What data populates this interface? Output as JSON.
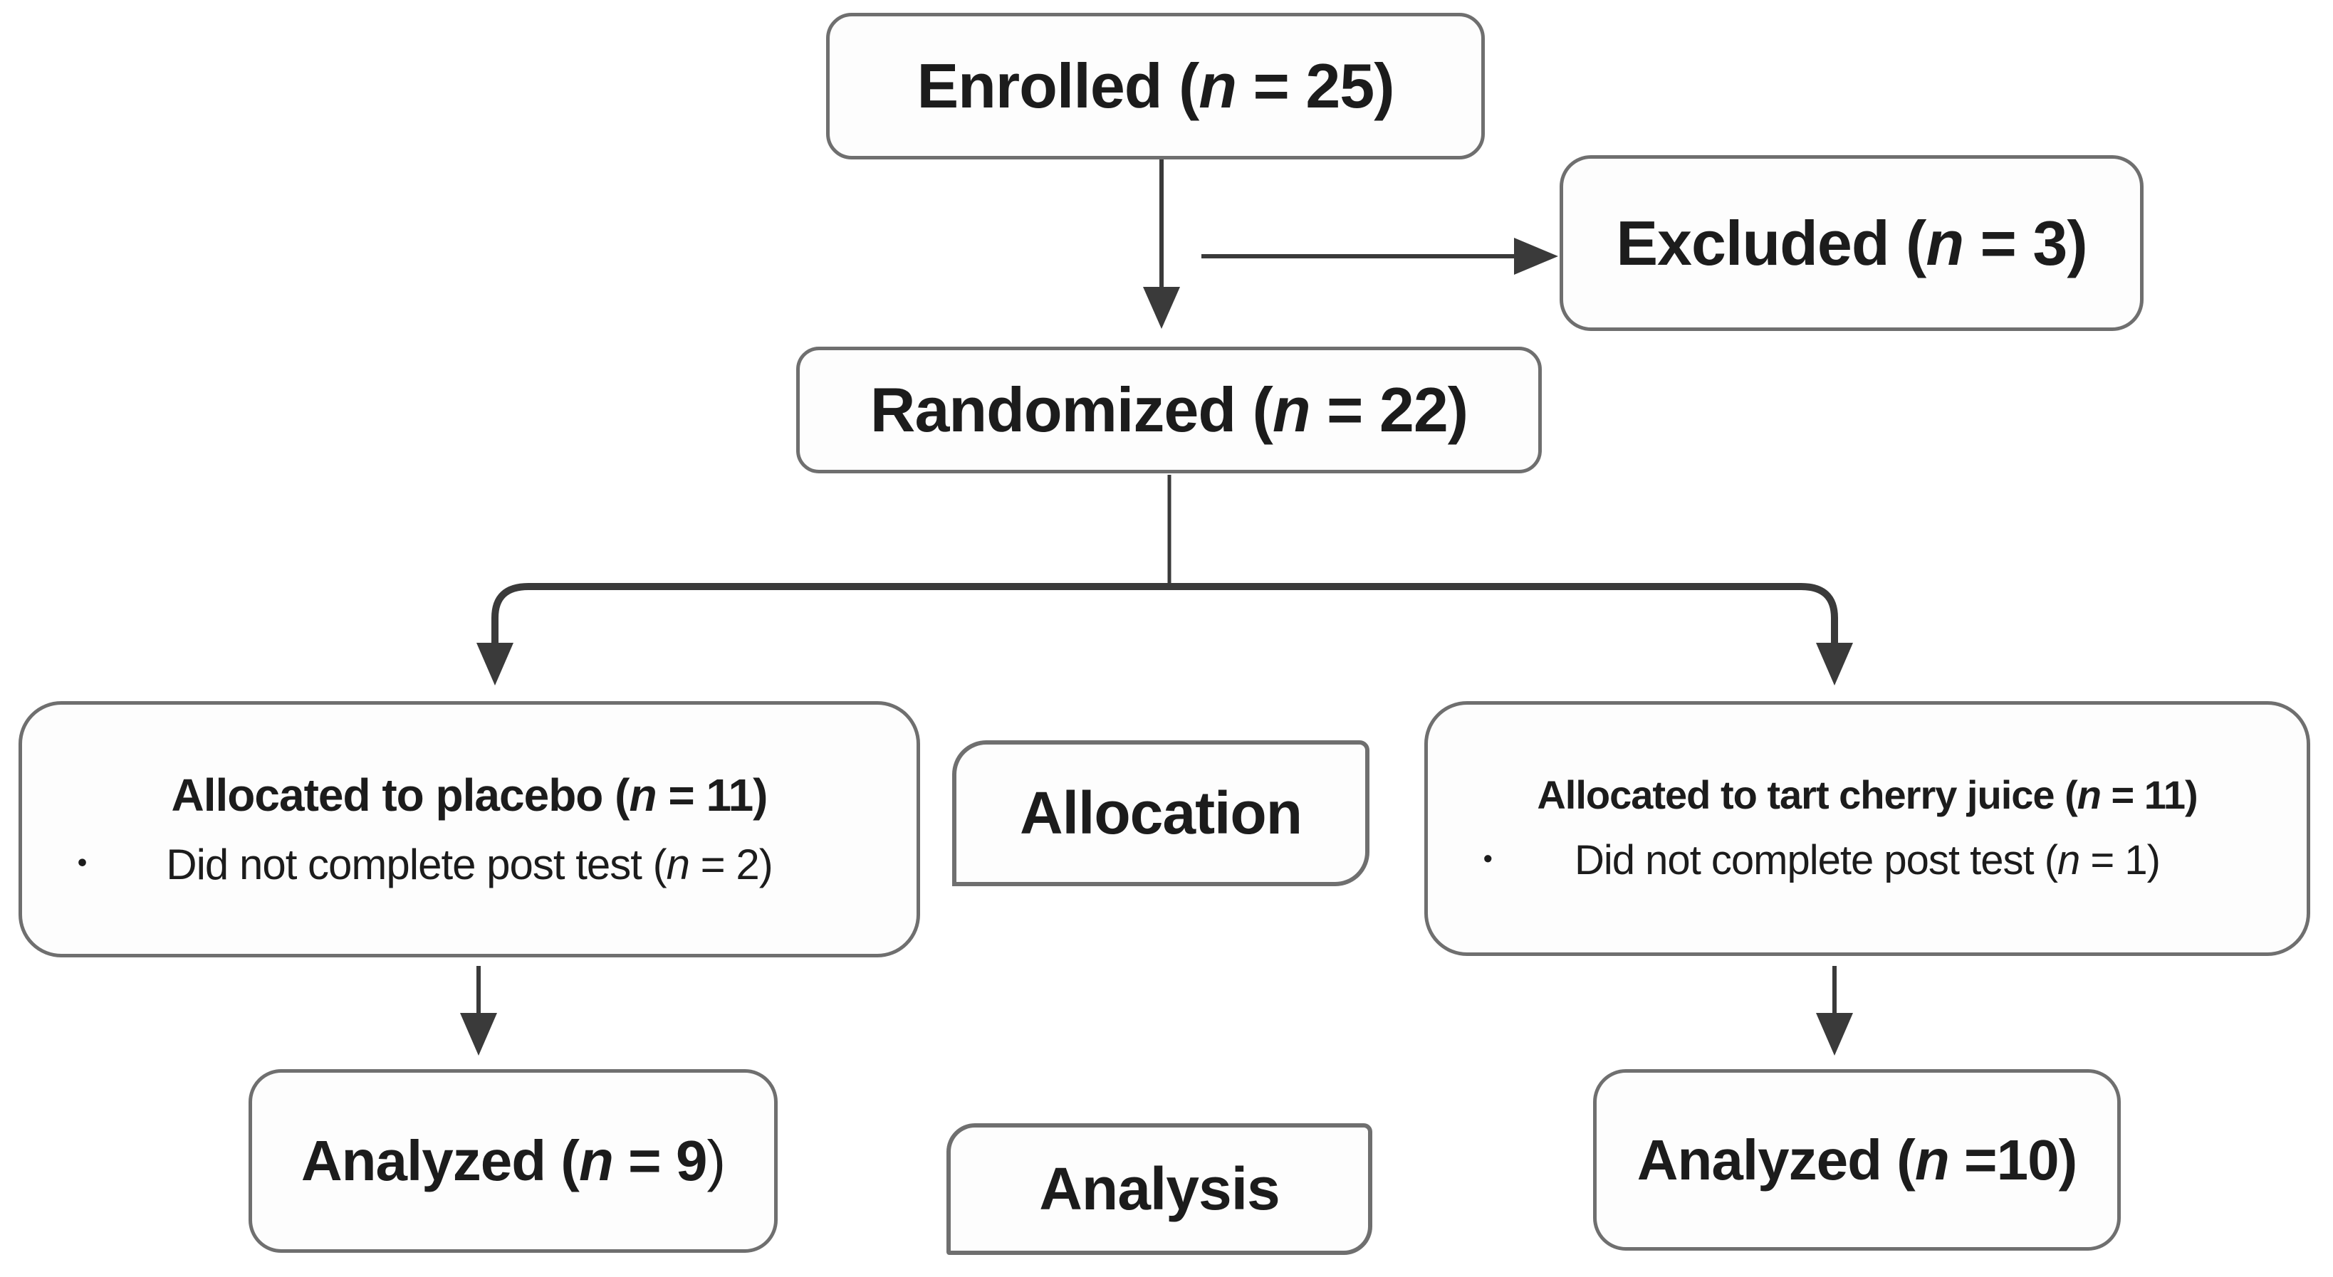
{
  "figure": {
    "background_color": "#ffffff",
    "box_border_color": "#6f6f6f",
    "arrow_color": "#3a3a3a",
    "text_color": "#1c1c1c"
  },
  "nodes": {
    "enrolled": {
      "prefix": "Enrolled (",
      "n": "n",
      "suffix": " = 25)"
    },
    "excluded": {
      "prefix": "Excluded (",
      "n": "n",
      "suffix": " = 3)"
    },
    "randomized": {
      "prefix": "Randomized (",
      "n": "n",
      "suffix": " = 22)"
    },
    "allocation_placebo": {
      "title_prefix": "Allocated to placebo (",
      "title_n": "n",
      "title_suffix": " = 11)",
      "bullet": "•",
      "item_prefix": "Did not complete post test (",
      "item_n": "n",
      "item_suffix": " = 2)"
    },
    "allocation_cherry": {
      "title_prefix": "Allocated to tart cherry juice (",
      "title_n": "n",
      "title_suffix": " = 11)",
      "bullet": "•",
      "item_prefix": "Did not complete post test (",
      "item_n": "n",
      "item_suffix": " = 1)"
    },
    "stage_allocation": {
      "label": "Allocation"
    },
    "stage_analysis": {
      "label": "Analysis"
    },
    "analyzed_placebo": {
      "prefix": "Analyzed (",
      "n": "n",
      "suffix": " = 9",
      "close": ")"
    },
    "analyzed_cherry": {
      "prefix": "Analyzed (",
      "n": "n",
      "suffix": " =10)"
    }
  }
}
